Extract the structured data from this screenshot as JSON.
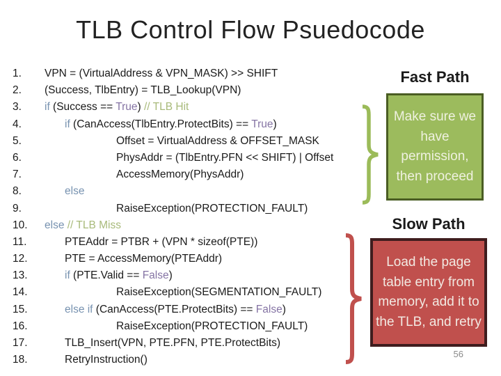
{
  "slide": {
    "title": "TLB Control Flow Psuedocode",
    "page_number": "56"
  },
  "colors": {
    "code": "#1a1a1a",
    "keyword": "#7792B0",
    "bool": "#8574A4",
    "comment": "#A8BA7A",
    "fast-fill": "#9CBB5D",
    "fast-border": "#4A5D23",
    "fast-text": "#EFF1E0",
    "slow-fill": "#C0504D",
    "slow-border": "#3F1D1E",
    "slow-text": "#F2E9E2",
    "page": "#8A8A8A"
  },
  "code": {
    "lines": [
      {
        "num": "1.",
        "indent": 0,
        "segments": [
          {
            "type": "plain",
            "text": "VPN = (VirtualAddress & VPN_MASK) >> SHIFT"
          }
        ]
      },
      {
        "num": "2.",
        "indent": 0,
        "segments": [
          {
            "type": "plain",
            "text": "(Success, TlbEntry) = TLB_Lookup(VPN)"
          }
        ]
      },
      {
        "num": "3.",
        "indent": 0,
        "segments": [
          {
            "type": "kw",
            "text": "if"
          },
          {
            "type": "plain",
            "text": " (Success == "
          },
          {
            "type": "bool",
            "text": "True"
          },
          {
            "type": "plain",
            "text": ") "
          },
          {
            "type": "comment",
            "text": "// TLB Hit"
          }
        ]
      },
      {
        "num": "4.",
        "indent": 1,
        "segments": [
          {
            "type": "kw",
            "text": "if"
          },
          {
            "type": "plain",
            "text": " (CanAccess(TlbEntry.ProtectBits) == "
          },
          {
            "type": "bool",
            "text": "True"
          },
          {
            "type": "plain",
            "text": ")"
          }
        ]
      },
      {
        "num": "5.",
        "indent": 2,
        "segments": [
          {
            "type": "plain",
            "text": "Offset = VirtualAddress & OFFSET_MASK"
          }
        ]
      },
      {
        "num": "6.",
        "indent": 2,
        "segments": [
          {
            "type": "plain",
            "text": "PhysAddr = (TlbEntry.PFN << SHIFT) | Offset"
          }
        ]
      },
      {
        "num": "7.",
        "indent": 2,
        "segments": [
          {
            "type": "plain",
            "text": "AccessMemory(PhysAddr)"
          }
        ]
      },
      {
        "num": "8.",
        "indent": 1,
        "segments": [
          {
            "type": "kw",
            "text": "else"
          }
        ]
      },
      {
        "num": "9.",
        "indent": 2,
        "segments": [
          {
            "type": "plain",
            "text": "RaiseException(PROTECTION_FAULT)"
          }
        ]
      },
      {
        "num": "10.",
        "indent": 0,
        "segments": [
          {
            "type": "kw",
            "text": "else"
          },
          {
            "type": "plain",
            "text": " "
          },
          {
            "type": "comment",
            "text": "// TLB Miss"
          }
        ]
      },
      {
        "num": "11.",
        "indent": 1,
        "segments": [
          {
            "type": "plain",
            "text": "PTEAddr = PTBR + (VPN * sizeof(PTE))"
          }
        ]
      },
      {
        "num": "12.",
        "indent": 1,
        "segments": [
          {
            "type": "plain",
            "text": "PTE = AccessMemory(PTEAddr)"
          }
        ]
      },
      {
        "num": "13.",
        "indent": 1,
        "segments": [
          {
            "type": "kw",
            "text": "if"
          },
          {
            "type": "plain",
            "text": " (PTE.Valid == "
          },
          {
            "type": "bool",
            "text": "False"
          },
          {
            "type": "plain",
            "text": ")"
          }
        ]
      },
      {
        "num": "14.",
        "indent": 2,
        "segments": [
          {
            "type": "plain",
            "text": "RaiseException(SEGMENTATION_FAULT)"
          }
        ]
      },
      {
        "num": "15.",
        "indent": 1,
        "segments": [
          {
            "type": "kw",
            "text": "else if"
          },
          {
            "type": "plain",
            "text": " (CanAccess(PTE.ProtectBits) == "
          },
          {
            "type": "bool",
            "text": "False"
          },
          {
            "type": "plain",
            "text": ")"
          }
        ]
      },
      {
        "num": "16.",
        "indent": 2,
        "segments": [
          {
            "type": "plain",
            "text": "RaiseException(PROTECTION_FAULT)"
          }
        ]
      },
      {
        "num": "17.",
        "indent": 1,
        "segments": [
          {
            "type": "plain",
            "text": "TLB_Insert(VPN, PTE.PFN, PTE.ProtectBits)"
          }
        ]
      },
      {
        "num": "18.",
        "indent": 1,
        "segments": [
          {
            "type": "plain",
            "text": "RetryInstruction()"
          }
        ]
      }
    ]
  },
  "fast_path": {
    "heading": "Fast Path",
    "note": "Make sure we have permission, then proceed"
  },
  "slow_path": {
    "heading": "Slow Path",
    "note": "Load the page table entry from memory, add it to the TLB, and retry"
  }
}
